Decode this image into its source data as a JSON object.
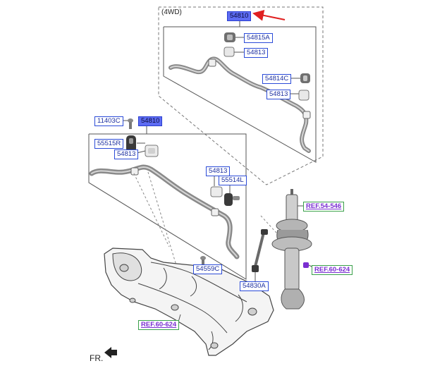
{
  "variant_label": "(4WD)",
  "direction_label": "FR.",
  "colors": {
    "part_label_border": "#2b4bd8",
    "selected_fill": "#5d6cf3",
    "ref_border": "#3aa04a",
    "ref_text": "#7a2ed1",
    "pointer_arrow": "#e02020"
  },
  "part_labels": {
    "top_assy": "54810",
    "top_bushing": "54815A",
    "top_bracket1": "54813",
    "top_clamp": "54814C",
    "top_bracket2": "54813",
    "bolt": "11403C",
    "main_assy": "54810",
    "main_bushing": "55515R",
    "main_bracket1": "54813",
    "main_bracket2": "54813",
    "main_link_nut": "55514L",
    "sub_bolt": "54559C",
    "link": "54830A"
  },
  "ref_labels": {
    "strut": "REF.54-546",
    "knuckle": "REF.60-624",
    "subframe": "REF.60-624"
  }
}
